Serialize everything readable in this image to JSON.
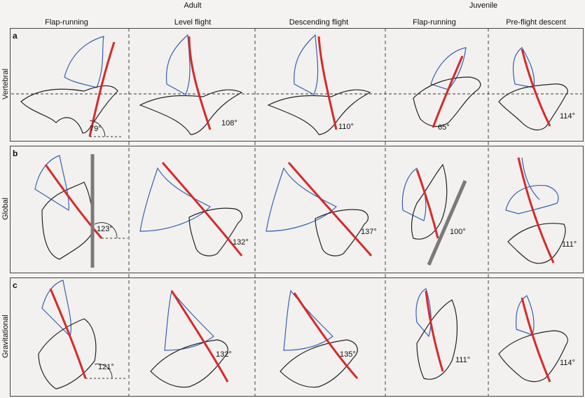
{
  "groups": {
    "adult": "Adult",
    "juvenile": "Juvenile"
  },
  "columns": [
    {
      "label": "Flap-running"
    },
    {
      "label": "Level flight"
    },
    {
      "label": "Descending flight"
    },
    {
      "label": "Flap-running"
    },
    {
      "label": "Pre-flight descent"
    }
  ],
  "rows": [
    {
      "letter": "a",
      "name": "Vertebral",
      "angles": [
        "79°",
        "108°",
        "110°",
        "65°",
        "114°"
      ]
    },
    {
      "letter": "b",
      "name": "Global",
      "angles": [
        "123°",
        "132°",
        "137°",
        "100°",
        "111°"
      ]
    },
    {
      "letter": "c",
      "name": "Gravitational",
      "angles": [
        "121°",
        "132°",
        "135°",
        "111°",
        "114°"
      ]
    }
  ],
  "colors": {
    "stroke_angle": "#d62a2a",
    "wing_outline": "#3a5fb0",
    "body_outline": "#222222",
    "reference_bar": "#7a7a7a"
  }
}
